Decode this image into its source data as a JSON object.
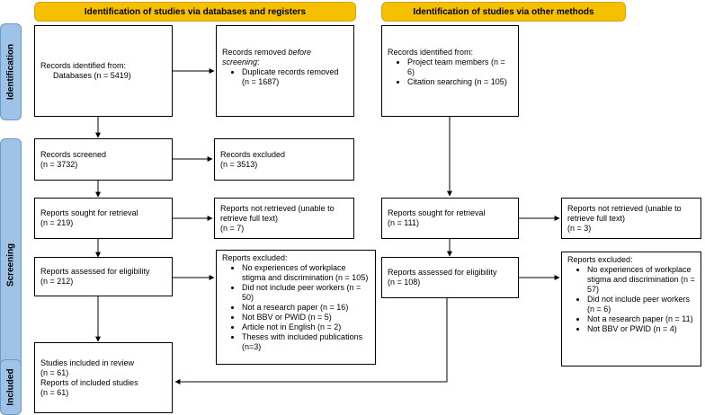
{
  "headers": {
    "databases": "Identification of studies via databases and registers",
    "other": "Identification of studies via other methods"
  },
  "phases": {
    "identification": "Identification",
    "screening": "Screening",
    "included": "Included"
  },
  "db": {
    "identified": {
      "title": "Records identified from:",
      "line": "Databases (n = 5419)"
    },
    "removed": {
      "title_prefix": "Records removed ",
      "title_em": "before screening",
      "title_suffix": ":",
      "items": [
        "Duplicate records removed (n = 1687)"
      ]
    },
    "screened": {
      "title": "Records screened",
      "n": "(n = 3732)"
    },
    "excluded": {
      "title": "Records excluded",
      "n": "(n = 3513)"
    },
    "sought": {
      "title": "Reports sought for retrieval",
      "n": "(n = 219)"
    },
    "not_retrieved": {
      "title": "Reports not retrieved (unable to retrieve full text)",
      "n": "(n = 7)"
    },
    "assessed": {
      "title": "Reports assessed for eligibility",
      "n": "(n = 212)"
    },
    "reports_excluded": {
      "title": "Reports excluded:",
      "items": [
        "No experiences of workplace stigma and discrimination (n = 105)",
        "Did not include peer workers (n = 50)",
        "Not a research paper (n = 16)",
        "Not BBV or PWID (n = 5)",
        "Article not in English (n = 2)",
        "Theses with included publications (n=3)"
      ]
    },
    "included": {
      "line1": "Studies included in review",
      "line2": "(n =  61)",
      "line3": "Reports of included studies",
      "line4": "(n =  61)"
    }
  },
  "other": {
    "identified": {
      "title": "Records identified from:",
      "items": [
        "Project team members (n = 6)",
        "Citation searching (n = 105)"
      ]
    },
    "sought": {
      "title": "Reports sought for retrieval",
      "n": "(n = 111)"
    },
    "not_retrieved": {
      "title": "Reports not retrieved (unable to retrieve full text)",
      "n": "(n = 3)"
    },
    "assessed": {
      "title": "Reports assessed for eligibility",
      "n": "(n = 108)"
    },
    "reports_excluded": {
      "title": "Reports excluded:",
      "items": [
        "No experiences of workplace stigma and discrimination (n = 57)",
        "Did not include peer workers (n = 6)",
        "Not a research paper (n = 11)",
        "Not BBV or PWID (n = 4)"
      ]
    }
  },
  "colors": {
    "header": "#f5c000",
    "phase": "#9fc3e7",
    "line": "#000000"
  }
}
